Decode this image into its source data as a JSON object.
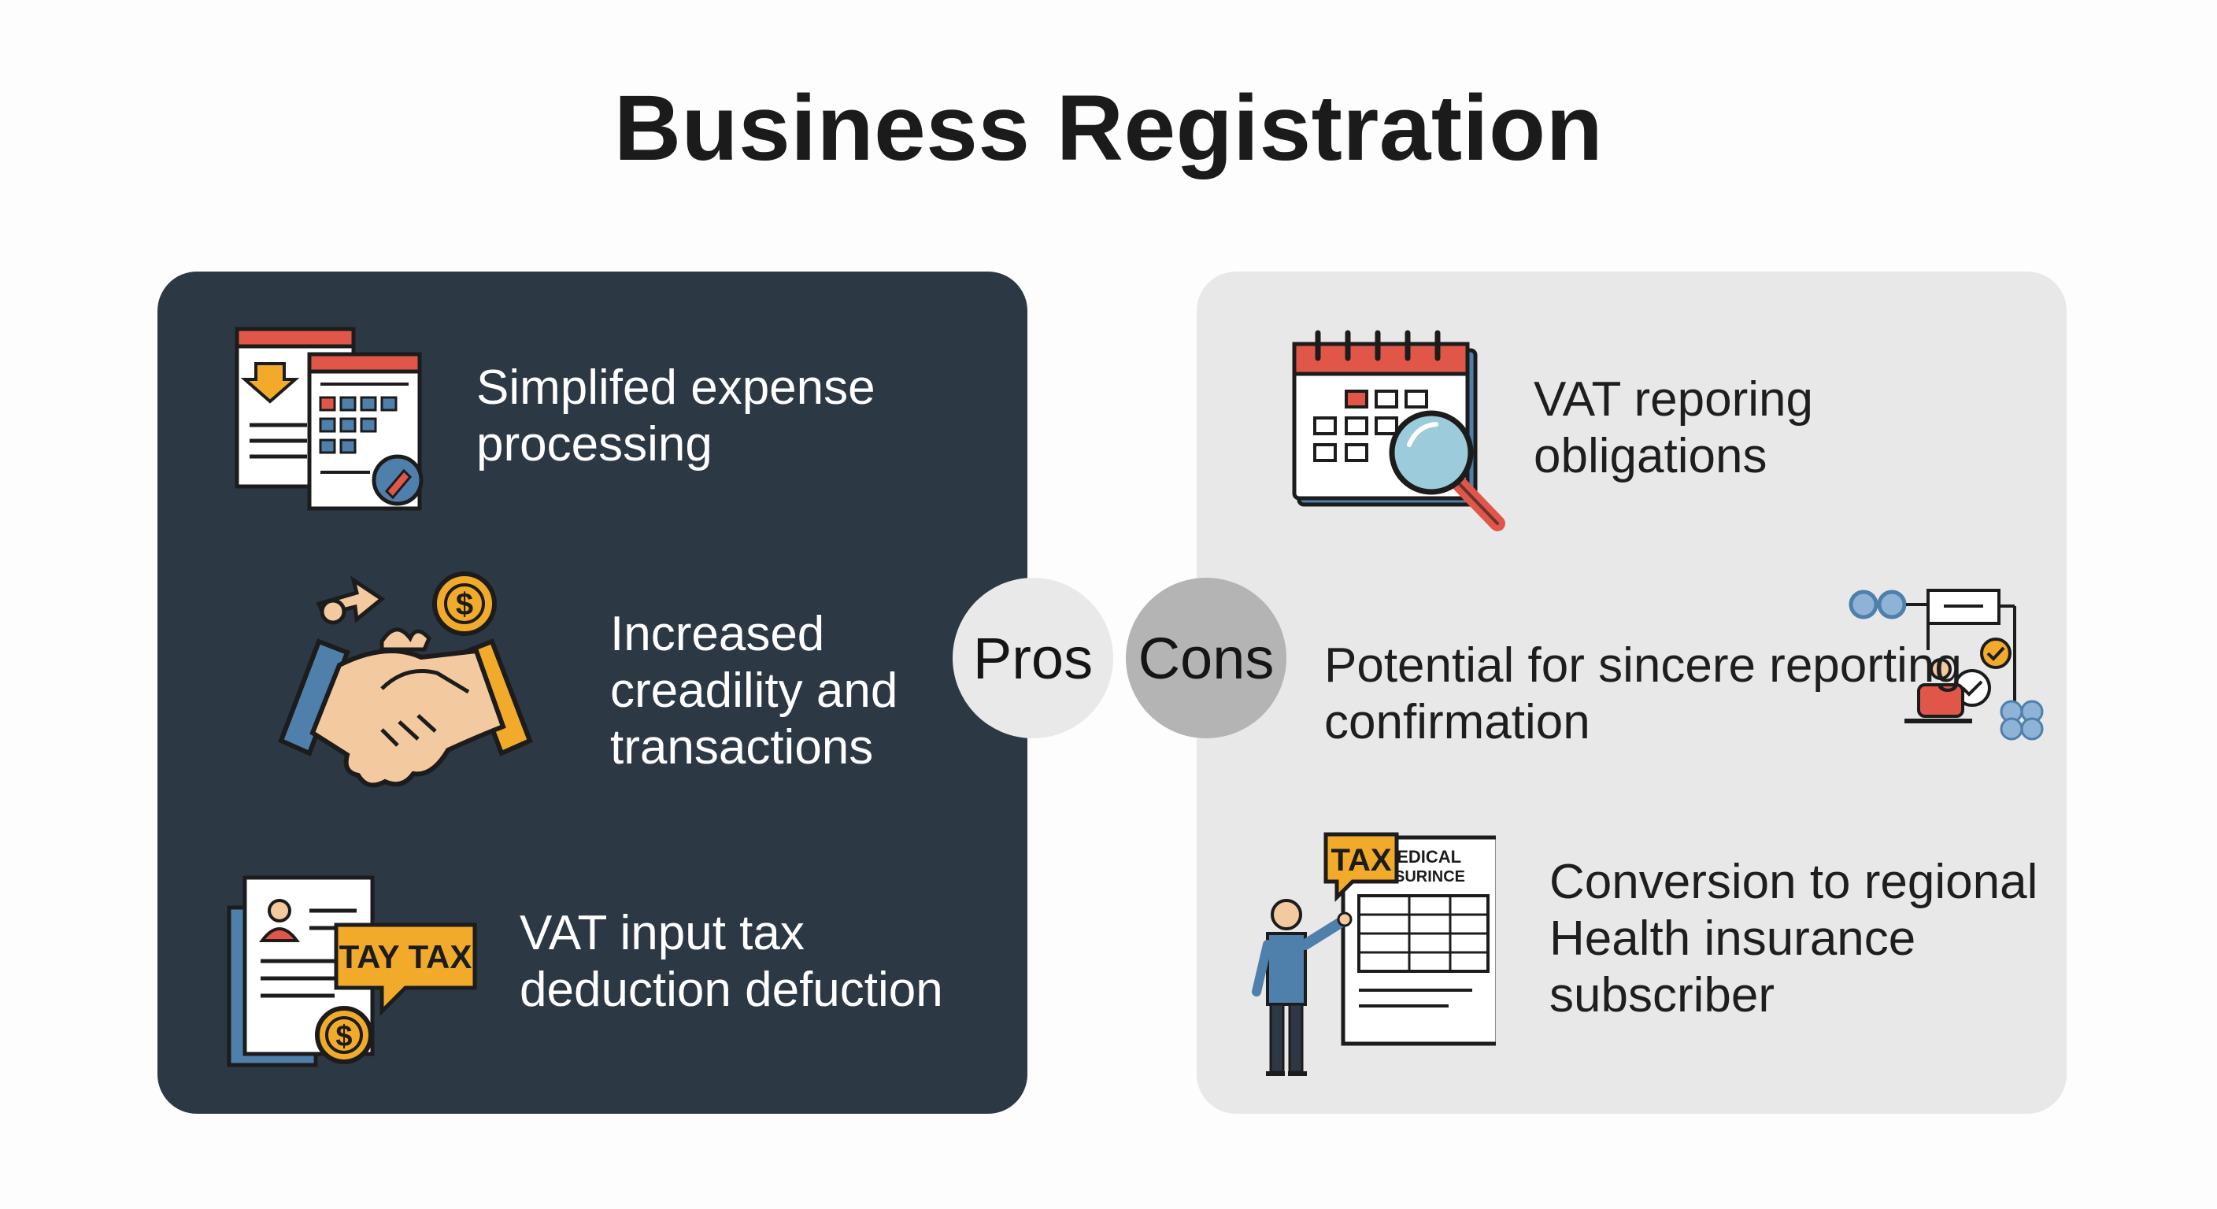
{
  "title": "Business Registration",
  "pros": {
    "badge": "Pros",
    "items": [
      {
        "text": "Simplifed expense\nprocessing",
        "icon": "expense-documents-icon"
      },
      {
        "text": "Increased\ncreadility and\ntransactions",
        "icon": "handshake-icon"
      },
      {
        "text": "VAT input tax\ndeduction defuction",
        "icon": "tax-document-icon",
        "icon_label": "TAY TAX"
      }
    ]
  },
  "cons": {
    "badge": "Cons",
    "items": [
      {
        "text": "VAT reporing\nobligations",
        "icon": "calendar-magnifier-icon"
      },
      {
        "text": "Potential for sincere reporting\n confirmation",
        "icon": "reporting-flow-icon"
      },
      {
        "text": "Conversion to regional\nHealth insurance\nsubscriber",
        "icon": "medical-insurance-icon",
        "icon_label": "TAX",
        "doc_label_1": "MEDICAL",
        "doc_label_2": "INSURINCE"
      }
    ]
  },
  "colors": {
    "pros_panel": "#2c3844",
    "cons_panel": "#e8e8e8",
    "red_accent": "#e0574a",
    "orange_accent": "#f2aa2b",
    "blue_accent": "#4f7fab"
  }
}
